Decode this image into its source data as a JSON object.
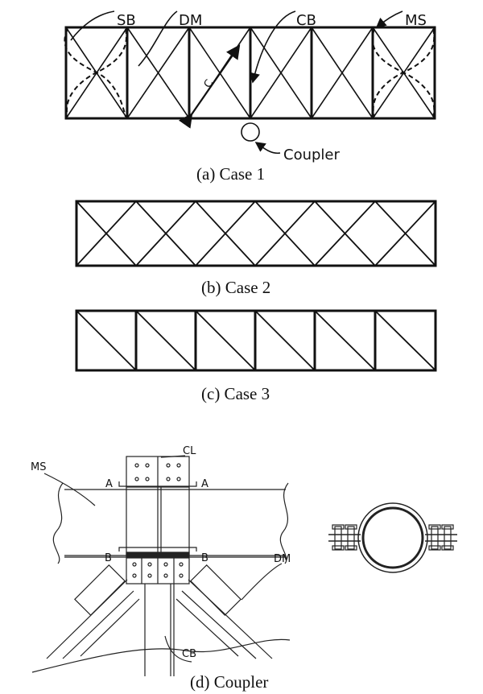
{
  "panel_a": {
    "labels": {
      "sb": "SB",
      "dm": "DM",
      "cb": "CB",
      "ms": "MS",
      "c": "C",
      "coupler": "Coupler"
    },
    "caption": "(a)  Case  1"
  },
  "panel_b": {
    "caption": "(b)  Case  2"
  },
  "panel_c": {
    "caption": "(c)  Case  3"
  },
  "panel_d": {
    "labels": {
      "ms": "MS",
      "cl": "CL",
      "a_left": "A",
      "a_right": "A",
      "b_left": "B",
      "b_right": "B",
      "dm": "DM",
      "cb": "CB"
    },
    "caption": "(d)  Coupler"
  }
}
